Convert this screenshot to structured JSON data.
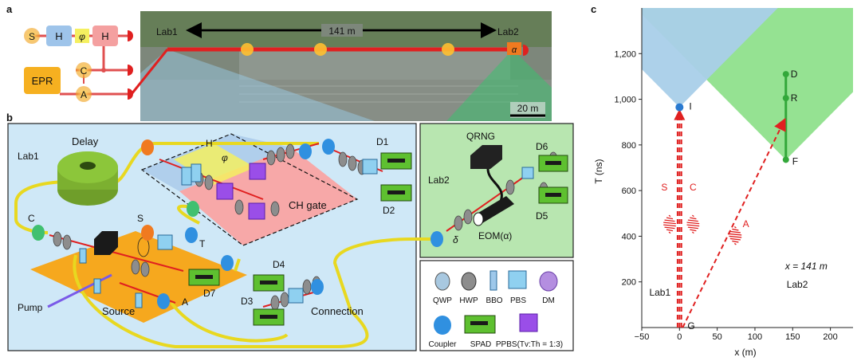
{
  "panel_a": {
    "letter": "a",
    "blocks": {
      "s": "S",
      "h1": "H",
      "phi": "φ",
      "h2": "H",
      "epr": "EPR",
      "c": "C",
      "a": "A"
    },
    "map": {
      "lab1": "Lab1",
      "lab2": "Lab2",
      "distance": "141 m",
      "alpha": "α",
      "scale": "20 m"
    }
  },
  "panel_b": {
    "letter": "b",
    "labels": {
      "lab1": "Lab1",
      "delay": "Delay",
      "h": "H",
      "phi": "φ",
      "ch_gate": "CH gate",
      "c": "C",
      "s": "S",
      "t": "T",
      "a": "A",
      "pump": "Pump",
      "source": "Source",
      "d1": "D1",
      "d2": "D2",
      "d3": "D3",
      "d4": "D4",
      "d7": "D7",
      "connection": "Connection",
      "lab2": "Lab2",
      "qrng": "QRNG",
      "d5": "D5",
      "d6": "D6",
      "eom": "EOM(α)",
      "delta": "δ"
    },
    "legend": {
      "qwp": "QWP",
      "hwp": "HWP",
      "bbo": "BBO",
      "pbs": "PBS",
      "dm": "DM",
      "coupler": "Coupler",
      "spad": "SPAD",
      "ppbs": "PPBS(Tv:Th = 1:3)"
    }
  },
  "panel_c": {
    "letter": "c",
    "colors": {
      "lab1_cone": "#a9cfe9",
      "lab2_cone": "#8fe08c",
      "signal": "#e02020",
      "worldline": "#33a83a"
    },
    "chart_data": {
      "type": "scatter",
      "xlabel": "x (m)",
      "ylabel": "T (ns)",
      "xlim": [
        -50,
        230
      ],
      "ylim": [
        0,
        1400
      ],
      "x_ticks": [
        "−50",
        "0",
        "50",
        "100",
        "150",
        "200"
      ],
      "y_ticks": [
        "200",
        "400",
        "600",
        "800",
        "1,000",
        "1,200"
      ],
      "events": [
        {
          "label": "I",
          "x": 0,
          "y": 965
        },
        {
          "label": "D",
          "x": 141,
          "y": 1110
        },
        {
          "label": "R",
          "x": 141,
          "y": 1005
        },
        {
          "label": "F",
          "x": 141,
          "y": 735
        },
        {
          "label": "G",
          "x": 0,
          "y": 0
        }
      ],
      "photon_labels": {
        "s": "S",
        "c": "C",
        "a": "A"
      },
      "annotations": {
        "location": "x = 141 m",
        "lab2": "Lab2",
        "lab1": "Lab1"
      }
    }
  }
}
